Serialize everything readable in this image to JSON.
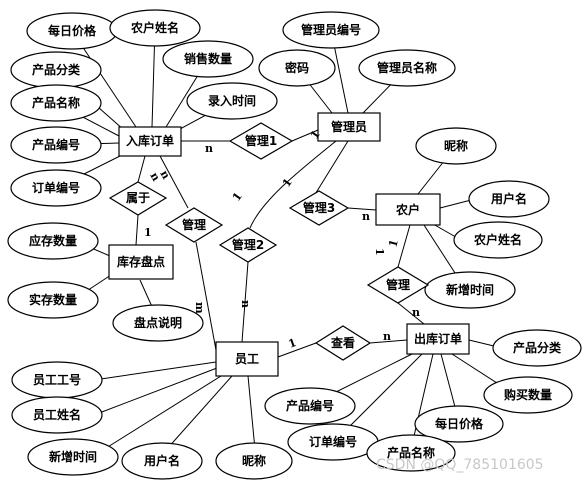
{
  "entities": {
    "inbound_order": "入库订单",
    "admin": "管理员",
    "farmer": "农户",
    "inventory": "库存盘点",
    "staff": "员工",
    "outbound_order": "出库订单"
  },
  "relationships": {
    "manage1": "管理1",
    "manage2": "管理2",
    "manage3": "管理3",
    "belongs": "属于",
    "manage_a": "管理",
    "manage_b": "管理",
    "view": "查看"
  },
  "attributes": {
    "daily_price": "每日价格",
    "farmer_name": "农户姓名",
    "product_category": "产品分类",
    "sales_qty": "销售数量",
    "entry_time": "录入时间",
    "product_name": "产品名称",
    "product_no": "产品编号",
    "order_no": "订单编号",
    "admin_no": "管理员编号",
    "password": "密码",
    "admin_name": "管理员名称",
    "nickname": "昵称",
    "username": "用户名",
    "farmer_name2": "农户姓名",
    "added_time": "新增时间",
    "due_stock": "应存数量",
    "actual_stock": "实存数量",
    "check_note": "盘点说明",
    "staff_no": "员工工号",
    "staff_name": "员工姓名",
    "staff_added_time": "新增时间",
    "staff_username": "用户名",
    "staff_nickname": "昵称",
    "out_category": "产品分类",
    "out_product_no": "产品编号",
    "purchase_qty": "购买数量",
    "out_order_no": "订单编号",
    "out_daily_price": "每日价格",
    "out_product_name": "产品名称"
  },
  "cardinalities": {
    "c1": "n",
    "c2": "1",
    "c3": "1",
    "c4": "n",
    "c5": "n",
    "c6": "n",
    "c7": "1",
    "c8": "m",
    "c9": "1",
    "c10": "n",
    "c11": "1",
    "c12": "n",
    "c13": "1",
    "c14": "n",
    "c15": "1"
  },
  "watermark": "CSDN @QQ_785101605"
}
